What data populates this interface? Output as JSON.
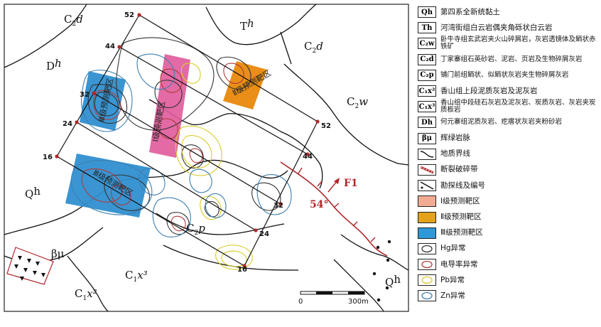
{
  "map": {
    "units": [
      {
        "main": "C",
        "sub": "2",
        "tail": "d"
      },
      {
        "main": "T",
        "sub": "",
        "tail": "h"
      },
      {
        "main": "C",
        "sub": "2",
        "tail": "d"
      },
      {
        "main": "D",
        "sub": "",
        "tail": "h"
      },
      {
        "main": "C",
        "sub": "2",
        "tail": "w"
      },
      {
        "main": "Q",
        "sub": "",
        "tail": "h"
      },
      {
        "main": "C",
        "sub": "2",
        "tail": "p"
      },
      {
        "main": "βμ",
        "sub": "",
        "tail": ""
      },
      {
        "main": "C",
        "sub": "1",
        "tail": "x³"
      },
      {
        "main": "C",
        "sub": "1",
        "tail": "x²"
      },
      {
        "main": "Q",
        "sub": "",
        "tail": "h"
      }
    ],
    "line_numbers_top": [
      "52",
      "44",
      "32",
      "24",
      "16"
    ],
    "line_numbers_bottom": [
      "52",
      "44",
      "32",
      "24",
      "16"
    ],
    "zone_labels": [
      "Ⅲ级预测靶区",
      "Ⅰ级预测靶区",
      "Ⅱ级预测靶区",
      "Ⅲ级预测靶区"
    ],
    "fault": {
      "name": "F1",
      "dip": "54°"
    },
    "scale": {
      "start": "0",
      "end": "300m"
    }
  },
  "legend": [
    {
      "code": "Qh",
      "text": "第四系全新统黏土",
      "kind": "code"
    },
    {
      "code": "Th",
      "text": "河湾街组白云岩偶夹角砾状白云岩",
      "kind": "code"
    },
    {
      "code": "C₂w",
      "text": "卧牛寺组玄武岩夹火山碎屑岩，灰岩透镜体及鲕状赤铁矿",
      "kind": "code"
    },
    {
      "code": "C₂d",
      "text": "丁家寨组石英砂岩、泥岩、页岩及生物碎屑灰岩",
      "kind": "code"
    },
    {
      "code": "C₂p",
      "text": "铺门前组鲕状、似鲕状灰岩夹生物碎屑灰岩",
      "kind": "code"
    },
    {
      "code": "C₁x²",
      "text": "香山组上段泥质灰岩及泥灰岩",
      "kind": "code"
    },
    {
      "code": "C₁x³",
      "text": "香山组中段硅石灰岩及泥灰岩、炭质灰岩、灰岩夹炭质板岩",
      "kind": "code"
    },
    {
      "code": "Dh",
      "text": "何元寨组泥质灰岩、疙瘩状灰岩夹粉砂岩",
      "kind": "code"
    },
    {
      "code": "βμ",
      "text": "辉绿岩脉",
      "kind": "code"
    },
    {
      "code": "",
      "text": "地质界线",
      "kind": "boundary"
    },
    {
      "code": "",
      "text": "断裂破碎带",
      "kind": "fault"
    },
    {
      "code": "",
      "text": "勘探线及编号",
      "kind": "line"
    },
    {
      "code": "",
      "text": "Ⅰ级预测靶区",
      "kind": "zone1"
    },
    {
      "code": "",
      "text": "Ⅱ级预测靶区",
      "kind": "zone2"
    },
    {
      "code": "",
      "text": "Ⅲ级预测靶区",
      "kind": "zone3"
    },
    {
      "code": "",
      "text": "Hg异常",
      "kind": "hg"
    },
    {
      "code": "",
      "text": "电导率异常",
      "kind": "cond"
    },
    {
      "code": "",
      "text": "Pb异常",
      "kind": "pb"
    },
    {
      "code": "",
      "text": "Zn异常",
      "kind": "zn"
    }
  ],
  "colors": {
    "zone1": "#e05a9a",
    "zone2": "#e8880a",
    "zone3": "#2f8fd0",
    "legend_zone1": "#f2ab93",
    "legend_zone2": "#e3a21a",
    "legend_zone3": "#2f98d6",
    "hg": "#333333",
    "cond": "#b03a3a",
    "pb": "#d8cc2a",
    "zn": "#3f7fb0",
    "fault": "#b0262a"
  }
}
